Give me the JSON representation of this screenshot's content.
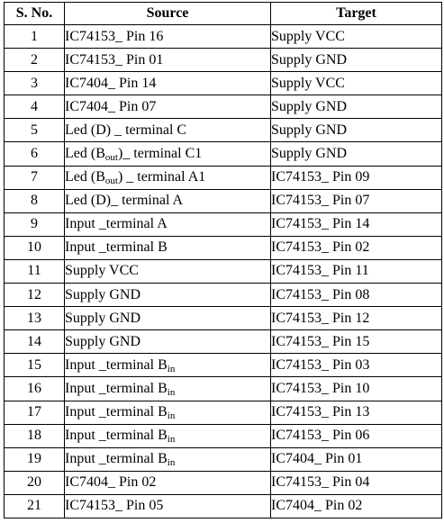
{
  "table": {
    "headers": {
      "sno": "S. No.",
      "source": "Source",
      "target": "Target"
    },
    "rows": [
      {
        "sno": "1",
        "source": {
          "main": "IC74153_ Pin 16",
          "sub": "",
          "tail": ""
        },
        "target": "Supply VCC"
      },
      {
        "sno": "2",
        "source": {
          "main": "IC74153_ Pin 01",
          "sub": "",
          "tail": ""
        },
        "target": "Supply GND"
      },
      {
        "sno": "3",
        "source": {
          "main": "IC7404_ Pin 14",
          "sub": "",
          "tail": ""
        },
        "target": "Supply VCC"
      },
      {
        "sno": "4",
        "source": {
          "main": "IC7404_ Pin 07",
          "sub": "",
          "tail": ""
        },
        "target": "Supply GND"
      },
      {
        "sno": "5",
        "source": {
          "main": "Led (D) _ terminal C",
          "sub": "",
          "tail": ""
        },
        "target": "Supply GND"
      },
      {
        "sno": "6",
        "source": {
          "main": "Led (B",
          "sub": "out",
          "tail": ")_ terminal C1"
        },
        "target": "Supply GND"
      },
      {
        "sno": "7",
        "source": {
          "main": "Led (B",
          "sub": "out",
          "tail": ") _ terminal A1"
        },
        "target": "IC74153_ Pin 09"
      },
      {
        "sno": "8",
        "source": {
          "main": "Led (D)_ terminal A",
          "sub": "",
          "tail": ""
        },
        "target": "IC74153_ Pin 07"
      },
      {
        "sno": "9",
        "source": {
          "main": "Input _terminal A",
          "sub": "",
          "tail": ""
        },
        "target": "IC74153_ Pin 14"
      },
      {
        "sno": "10",
        "source": {
          "main": "Input _terminal B",
          "sub": "",
          "tail": ""
        },
        "target": "IC74153_ Pin 02"
      },
      {
        "sno": "11",
        "source": {
          "main": "Supply VCC",
          "sub": "",
          "tail": ""
        },
        "target": "IC74153_ Pin 11"
      },
      {
        "sno": "12",
        "source": {
          "main": "Supply GND",
          "sub": "",
          "tail": ""
        },
        "target": "IC74153_ Pin 08"
      },
      {
        "sno": "13",
        "source": {
          "main": "Supply GND",
          "sub": "",
          "tail": ""
        },
        "target": "IC74153_ Pin 12"
      },
      {
        "sno": "14",
        "source": {
          "main": "Supply GND",
          "sub": "",
          "tail": ""
        },
        "target": "IC74153_ Pin 15"
      },
      {
        "sno": "15",
        "source": {
          "main": "Input _terminal B",
          "sub": "in",
          "tail": ""
        },
        "target": "IC74153_ Pin 03"
      },
      {
        "sno": "16",
        "source": {
          "main": "Input _terminal B",
          "sub": "in",
          "tail": ""
        },
        "target": "IC74153_ Pin 10"
      },
      {
        "sno": "17",
        "source": {
          "main": "Input _terminal B",
          "sub": "in",
          "tail": ""
        },
        "target": "IC74153_ Pin 13"
      },
      {
        "sno": "18",
        "source": {
          "main": "Input _terminal B",
          "sub": "in",
          "tail": ""
        },
        "target": "IC74153_ Pin 06"
      },
      {
        "sno": "19",
        "source": {
          "main": "Input _terminal B",
          "sub": "in",
          "tail": ""
        },
        "target": "IC7404_ Pin 01"
      },
      {
        "sno": "20",
        "source": {
          "main": "IC7404_ Pin 02",
          "sub": "",
          "tail": ""
        },
        "target": "IC74153_ Pin 04"
      },
      {
        "sno": "21",
        "source": {
          "main": "IC74153_ Pin 05",
          "sub": "",
          "tail": ""
        },
        "target": "IC7404_ Pin 02"
      }
    ]
  }
}
